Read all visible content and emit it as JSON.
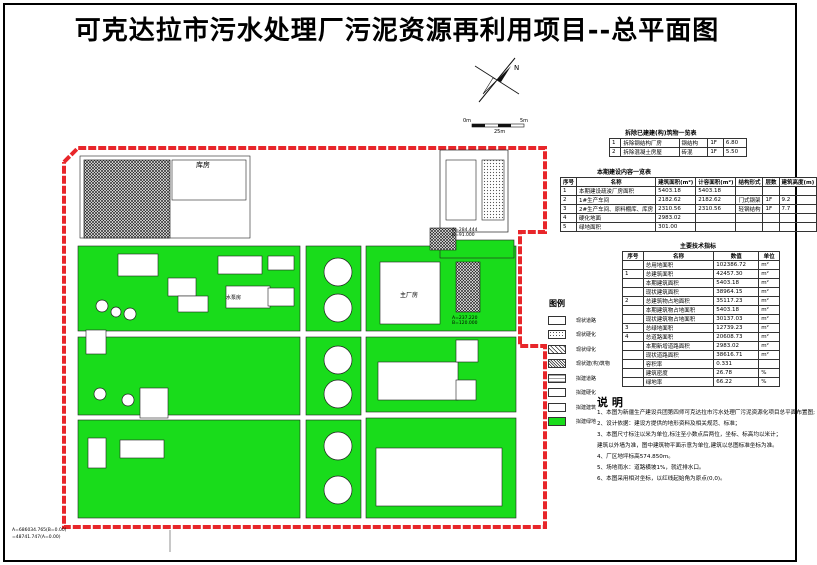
{
  "title": "可克达拉市污水处理厂污泥资源再利用项目--总平面图",
  "compass": {
    "north": "N"
  },
  "scale_bar": {
    "left": "0m",
    "right": "5m",
    "bottom": "25m"
  },
  "site_labels": {
    "fence_callout": "库房",
    "main_building": "主厂房",
    "water_pump": "水泵房",
    "coord_a": "A=284.444\nB=91.000",
    "coord_b": "A=237.220\nB=120.000",
    "bottom_left_coord_1": "A=686034.765(B=0.00)",
    "bottom_left_coord_2": "=48741.747(A=0.00)"
  },
  "table_existing": {
    "caption": "拆除已建建(构)筑物一览表",
    "rows": [
      [
        "1",
        "拆除钢结构厂房",
        "钢结构",
        "1F",
        "6.80"
      ],
      [
        "2",
        "拆除混凝土房屋",
        "砖混",
        "1F",
        "5.50"
      ]
    ]
  },
  "table_buildings": {
    "caption": "本期建设内容一览表",
    "headers": [
      "序号",
      "名称",
      "建筑面积(m²)",
      "计容面积(m²)",
      "结构形式",
      "层数",
      "建筑高度(m)"
    ],
    "rows": [
      [
        "1",
        "本期建设疏浚厂房面积",
        "5403.18",
        "5403.18",
        "",
        "",
        ""
      ],
      [
        "2",
        "1#生产车间",
        "2182.62",
        "2182.62",
        "门式钢架",
        "1F",
        "9.2"
      ],
      [
        "3",
        "2#生产车间、原料棚库、库房",
        "2310.56",
        "2310.56",
        "轻钢结构",
        "1F",
        "7.7"
      ],
      [
        "4",
        "硬化地面",
        "2983.02",
        "",
        "",
        "",
        ""
      ],
      [
        "5",
        "绿地面积",
        "301.00",
        "",
        "",
        "",
        ""
      ]
    ]
  },
  "table_indicators": {
    "caption": "主要技术指标",
    "headers": [
      "序号",
      "名称",
      "数值",
      "单位"
    ],
    "rows": [
      [
        "",
        "总用地面积",
        "102386.72",
        "m²"
      ],
      [
        "1",
        "总建筑面积",
        "42457.30",
        "m²"
      ],
      [
        "",
        "本期建筑面积",
        "5403.18",
        "m²"
      ],
      [
        "",
        "现状建筑面积",
        "38964.15",
        "m²"
      ],
      [
        "2",
        "总建筑物占地面积",
        "35117.23",
        "m²"
      ],
      [
        "",
        "本期建筑物占地面积",
        "5403.18",
        "m²"
      ],
      [
        "",
        "现状建筑物占地面积",
        "30137.03",
        "m²"
      ],
      [
        "3",
        "总绿地面积",
        "12739.23",
        "m²"
      ],
      [
        "4",
        "总道路面积",
        "20608.73",
        "m²"
      ],
      [
        "",
        "本期新增道路面积",
        "2983.02",
        "m²"
      ],
      [
        "",
        "现状道路面积",
        "38616.71",
        "m²"
      ],
      [
        "",
        "容积率",
        "0.331",
        ""
      ],
      [
        "",
        "建筑密度",
        "26.78",
        "%"
      ],
      [
        "",
        "绿地率",
        "66.22",
        "%"
      ]
    ]
  },
  "legend": {
    "title": "图例",
    "items": [
      {
        "label": "现状道路",
        "swatch": "plain"
      },
      {
        "label": "现状硬化",
        "swatch": "dots"
      },
      {
        "label": "现状绿化",
        "swatch": "hatch"
      },
      {
        "label": "现状建(构)筑物",
        "swatch": "dense"
      },
      {
        "label": "拟建道路",
        "swatch": "cross"
      },
      {
        "label": "拟建硬化",
        "swatch": "white"
      },
      {
        "label": "拟建建筑",
        "swatch": "white"
      },
      {
        "label": "拟建绿地",
        "swatch": "green"
      }
    ]
  },
  "notes": {
    "title": "说  明",
    "lines": [
      "1、本图为新疆生产建设兵团第四师可克达拉市污水处理厂污泥资源化项目总平面布置图;",
      "2、设计依据：建设方提供的地形资料及相关规范、标准；",
      "3、本图尺寸标注以米为单位,标注至小数点后两位，坐标、标高均以米计；",
      "   建筑以外墙为准，图中建筑物平面示意为单位,建筑以总图标准坐标为准。",
      "4、厂区地坪标高574.850m。",
      "5、场地雨水：道路横坡1%，就近排水口。",
      "6、本图采用相对坐标，以红线起始角为原点(0,0)。"
    ]
  },
  "colors": {
    "green": "#19dc1b",
    "red": "#e8262a",
    "road": "#ffffff",
    "tank": "#ffffff"
  }
}
